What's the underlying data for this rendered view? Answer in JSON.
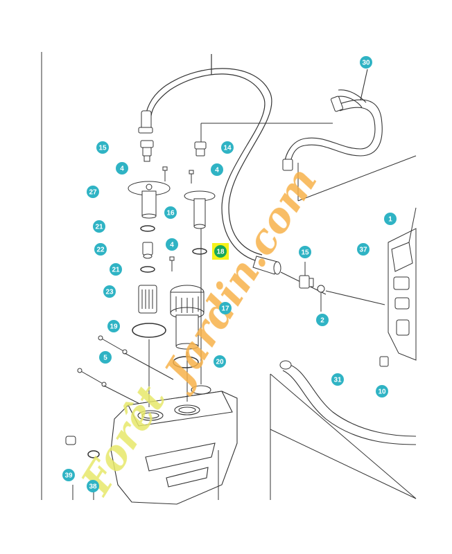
{
  "diagram": {
    "callouts": [
      {
        "label": "30",
        "color": "#2fb3c4"
      },
      {
        "label": "15",
        "color": "#2fb3c4"
      },
      {
        "label": "14",
        "color": "#2fb3c4"
      },
      {
        "label": "4",
        "color": "#2fb3c4"
      },
      {
        "label": "4",
        "color": "#2fb3c4"
      },
      {
        "label": "27",
        "color": "#2fb3c4"
      },
      {
        "label": "16",
        "color": "#2fb3c4"
      },
      {
        "label": "21",
        "color": "#2fb3c4"
      },
      {
        "label": "22",
        "color": "#2fb3c4"
      },
      {
        "label": "4",
        "color": "#2fb3c4"
      },
      {
        "label": "18",
        "color": "#16a75c",
        "highlight": "#f5f21a"
      },
      {
        "label": "21",
        "color": "#2fb3c4"
      },
      {
        "label": "23",
        "color": "#2fb3c4"
      },
      {
        "label": "17",
        "color": "#2fb3c4"
      },
      {
        "label": "19",
        "color": "#2fb3c4"
      },
      {
        "label": "5",
        "color": "#2fb3c4"
      },
      {
        "label": "20",
        "color": "#2fb3c4"
      },
      {
        "label": "1",
        "color": "#2fb3c4"
      },
      {
        "label": "37",
        "color": "#2fb3c4"
      },
      {
        "label": "15",
        "color": "#2fb3c4"
      },
      {
        "label": "2",
        "color": "#2fb3c4"
      },
      {
        "label": "31",
        "color": "#2fb3c4"
      },
      {
        "label": "10",
        "color": "#2fb3c4"
      },
      {
        "label": "39",
        "color": "#2fb3c4"
      },
      {
        "label": "38",
        "color": "#2fb3c4"
      }
    ]
  },
  "watermark": {
    "text_part1": "Forêt",
    "text_part2": "Jardin.com",
    "color1": "#e7e86a",
    "color2": "#f7b24a"
  },
  "colors": {
    "line": "#3a3a3a",
    "callout": "#2fb3c4",
    "highlight_callout": "#16a75c",
    "highlight_bg": "#f5f21a"
  }
}
